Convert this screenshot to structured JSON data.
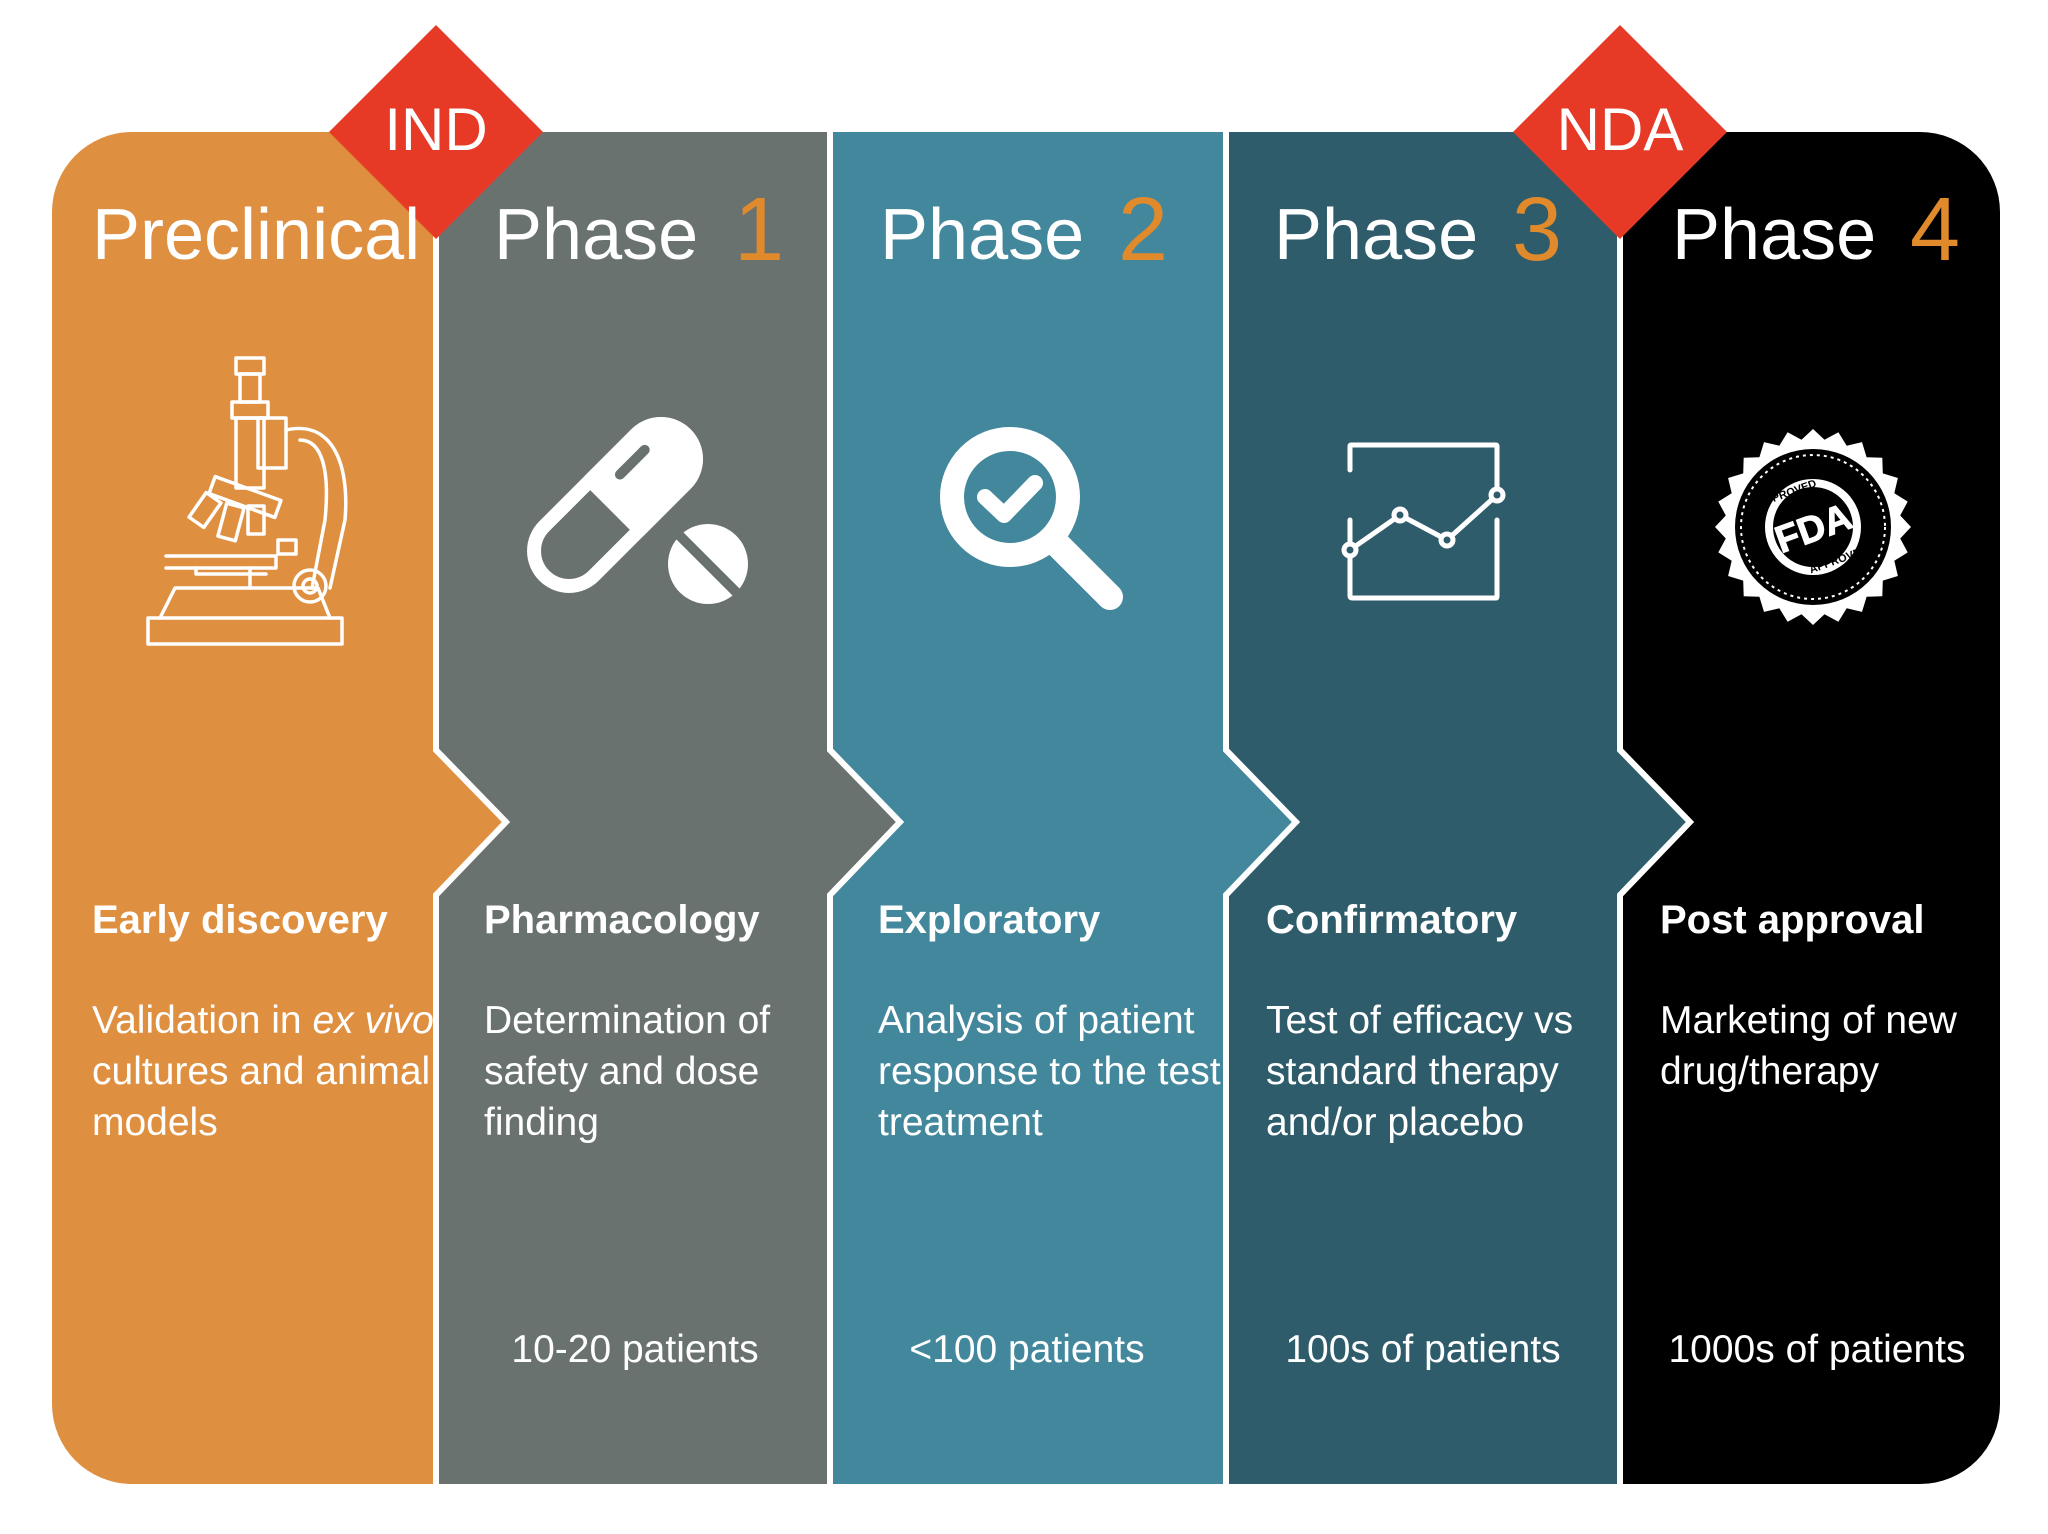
{
  "colors": {
    "preclinical": "#df8f40",
    "phase1": "#6a7270",
    "phase2": "#42879c",
    "phase3": "#2e5c6b",
    "phase4": "#000000",
    "milestone": "#e63a26",
    "number_accent": "#e08a2c",
    "divider": "#ffffff"
  },
  "milestones": [
    {
      "label": "IND",
      "icon": "diamond-badge"
    },
    {
      "label": "NDA",
      "icon": "diamond-badge"
    }
  ],
  "stages": [
    {
      "title": "Preclinical",
      "number": "",
      "icon": "microscope-icon",
      "subheading": "Early discovery",
      "desc_pre": "Validation in ",
      "desc_italic": "ex vivo",
      "desc_post": " cultures and animal models",
      "patients": ""
    },
    {
      "title": "Phase",
      "number": "1",
      "icon": "pill-icon",
      "subheading": "Pharmacology",
      "description": "Determination of safety and dose finding",
      "patients": "10-20 patients"
    },
    {
      "title": "Phase",
      "number": "2",
      "icon": "magnifier-check-icon",
      "subheading": "Exploratory",
      "description": "Analysis of patient response to the test treatment",
      "patients": "<100 patients"
    },
    {
      "title": "Phase",
      "number": "3",
      "icon": "line-chart-icon",
      "subheading": "Confirmatory",
      "description": "Test of efficacy vs standard therapy and/or placebo",
      "patients": "100s of patients"
    },
    {
      "title": "Phase",
      "number": "4",
      "icon": "fda-approved-seal-icon",
      "subheading": "Post approval",
      "description": "Marketing of new drug/therapy",
      "patients": "1000s of patients"
    }
  ],
  "seal_text": {
    "center": "FDA",
    "top": "APPROVED",
    "bottom": "APPROVED"
  }
}
